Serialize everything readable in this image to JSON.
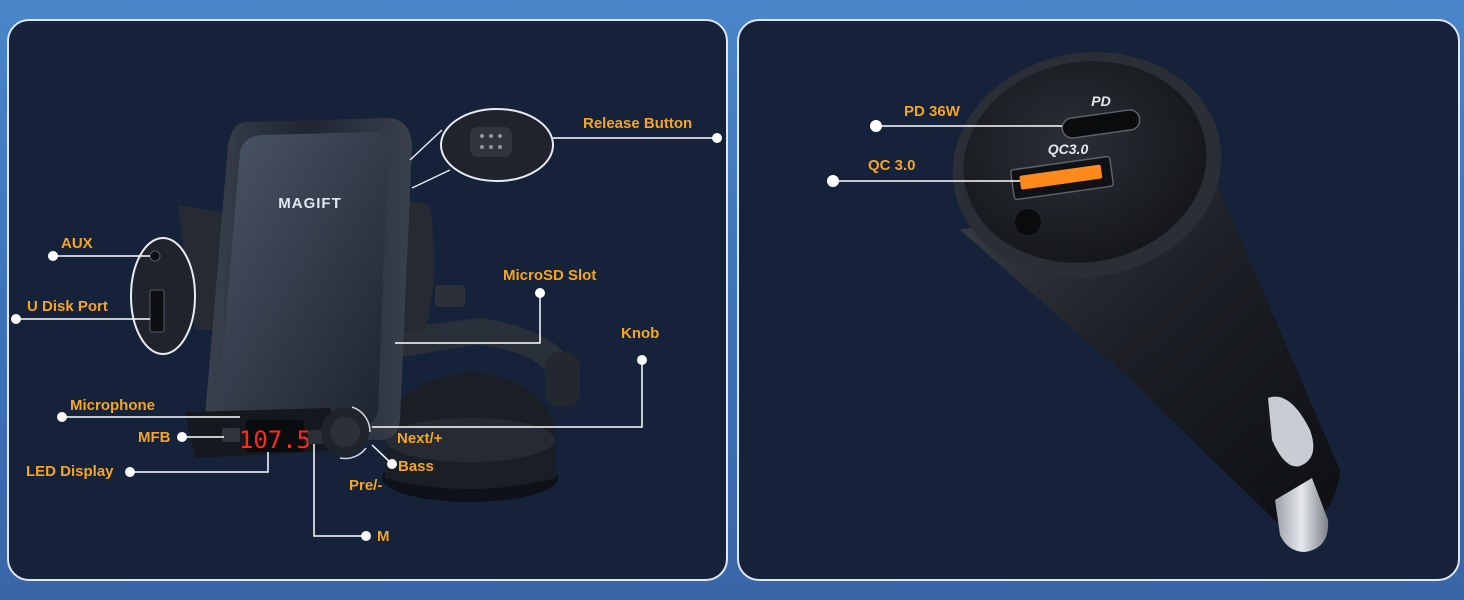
{
  "left_panel": {
    "brand_logo": "MAGIFT",
    "led_value": "107.5",
    "callouts": {
      "release_button": "Release Button",
      "aux": "AUX",
      "u_disk_port": "U Disk Port",
      "microsd_slot": "MicroSD Slot",
      "knob": "Knob",
      "microphone": "Microphone",
      "mfb": "MFB",
      "led_display": "LED Display",
      "next_plus": "Next/+",
      "bass": "Bass",
      "pre_minus": "Pre/-",
      "m": "M"
    }
  },
  "right_panel": {
    "port_pd_marking": "PD",
    "port_qc_marking": "QC3.0",
    "callouts": {
      "pd_36w": "PD 36W",
      "qc_3_0": "QC 3.0"
    }
  },
  "colors": {
    "callout_text": "#f4a623",
    "panel_bg": "#16213a",
    "led_red": "#ff2a1a",
    "usb_orange": "#ff8a1c"
  }
}
